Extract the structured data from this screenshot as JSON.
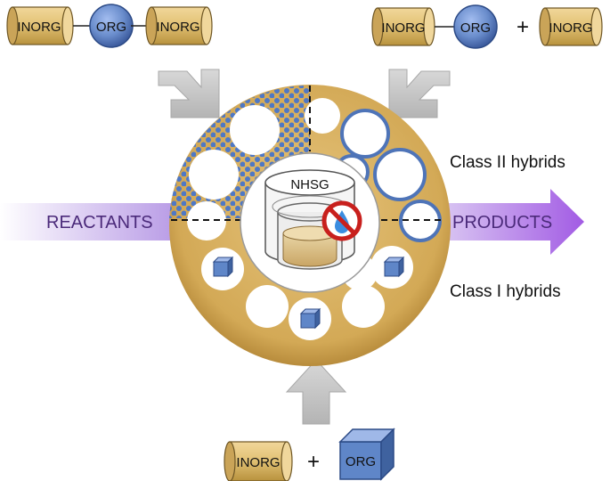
{
  "molecules": {
    "class2_linked": {
      "left": "INORG",
      "center": "ORG",
      "right": "INORG"
    },
    "class2_mix": {
      "left": "INORG",
      "center": "ORG",
      "plus": "+",
      "right": "INORG"
    },
    "class1_mix": {
      "left": "INORG",
      "plus": "+",
      "right": "ORG"
    }
  },
  "center": {
    "vessel_label": "NHSG",
    "no_water_icon": "no-water-icon"
  },
  "flow": {
    "reactants": "REACTANTS",
    "products": "PRODUCTS"
  },
  "labels": {
    "class2": "Class II hybrids",
    "class1": "Class I hybrids"
  },
  "colors": {
    "disc": "#d6ad5c",
    "cylinder": "#e2c172",
    "sphere": "#6a8dcc",
    "ring": "#4e74b8",
    "dots": "#4f78c4",
    "cube": "#5f86c8",
    "arrow_grey": "#c4c4c4",
    "reactants_arrow": "#b79ee0",
    "products_arrow": "#a05ce0",
    "flow_text": "#4b2a7a",
    "prohibit": "#c8201d",
    "water": "#3a8de0"
  }
}
